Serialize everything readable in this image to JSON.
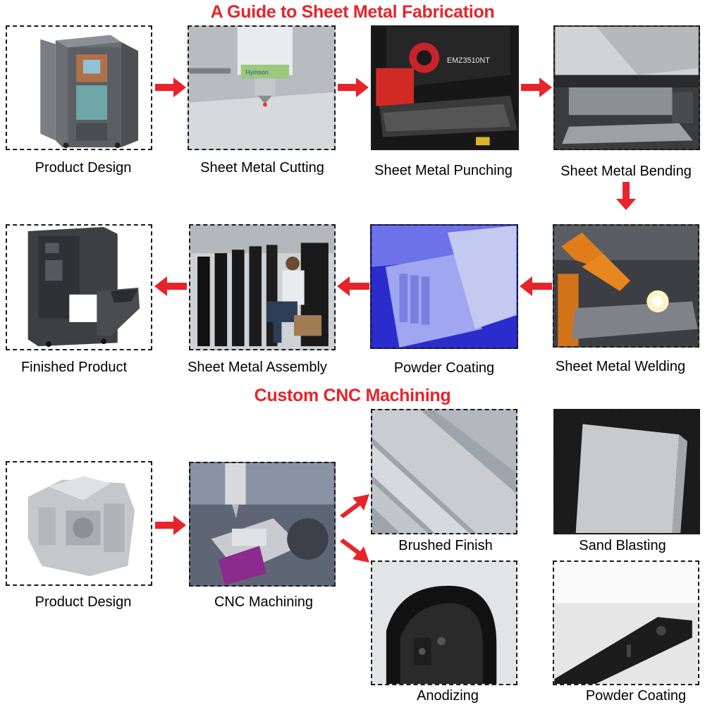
{
  "titles": {
    "sheet_metal": "A Guide to Sheet Metal Fabrication",
    "cnc": "Custom CNC Machining"
  },
  "sheet_metal_steps": [
    {
      "label": "Product Design"
    },
    {
      "label": "Sheet Metal Cutting",
      "machine_brand": "Hymson"
    },
    {
      "label": "Sheet Metal Punching",
      "machine_model": "EMZ3510NT"
    },
    {
      "label": "Sheet Metal Bending"
    },
    {
      "label": "Sheet Metal Welding"
    },
    {
      "label": "Powder Coating"
    },
    {
      "label": "Sheet Metal Assembly"
    },
    {
      "label": "Finished Product"
    }
  ],
  "cnc_steps": [
    {
      "label": "Product Design"
    },
    {
      "label": "CNC Machining"
    }
  ],
  "cnc_finishes": [
    {
      "label": "Brushed Finish"
    },
    {
      "label": "Sand Blasting"
    },
    {
      "label": "Anodizing"
    },
    {
      "label": "Powder Coating"
    }
  ],
  "colors": {
    "accent": "#e8232a",
    "border": "#1a1a1a"
  }
}
